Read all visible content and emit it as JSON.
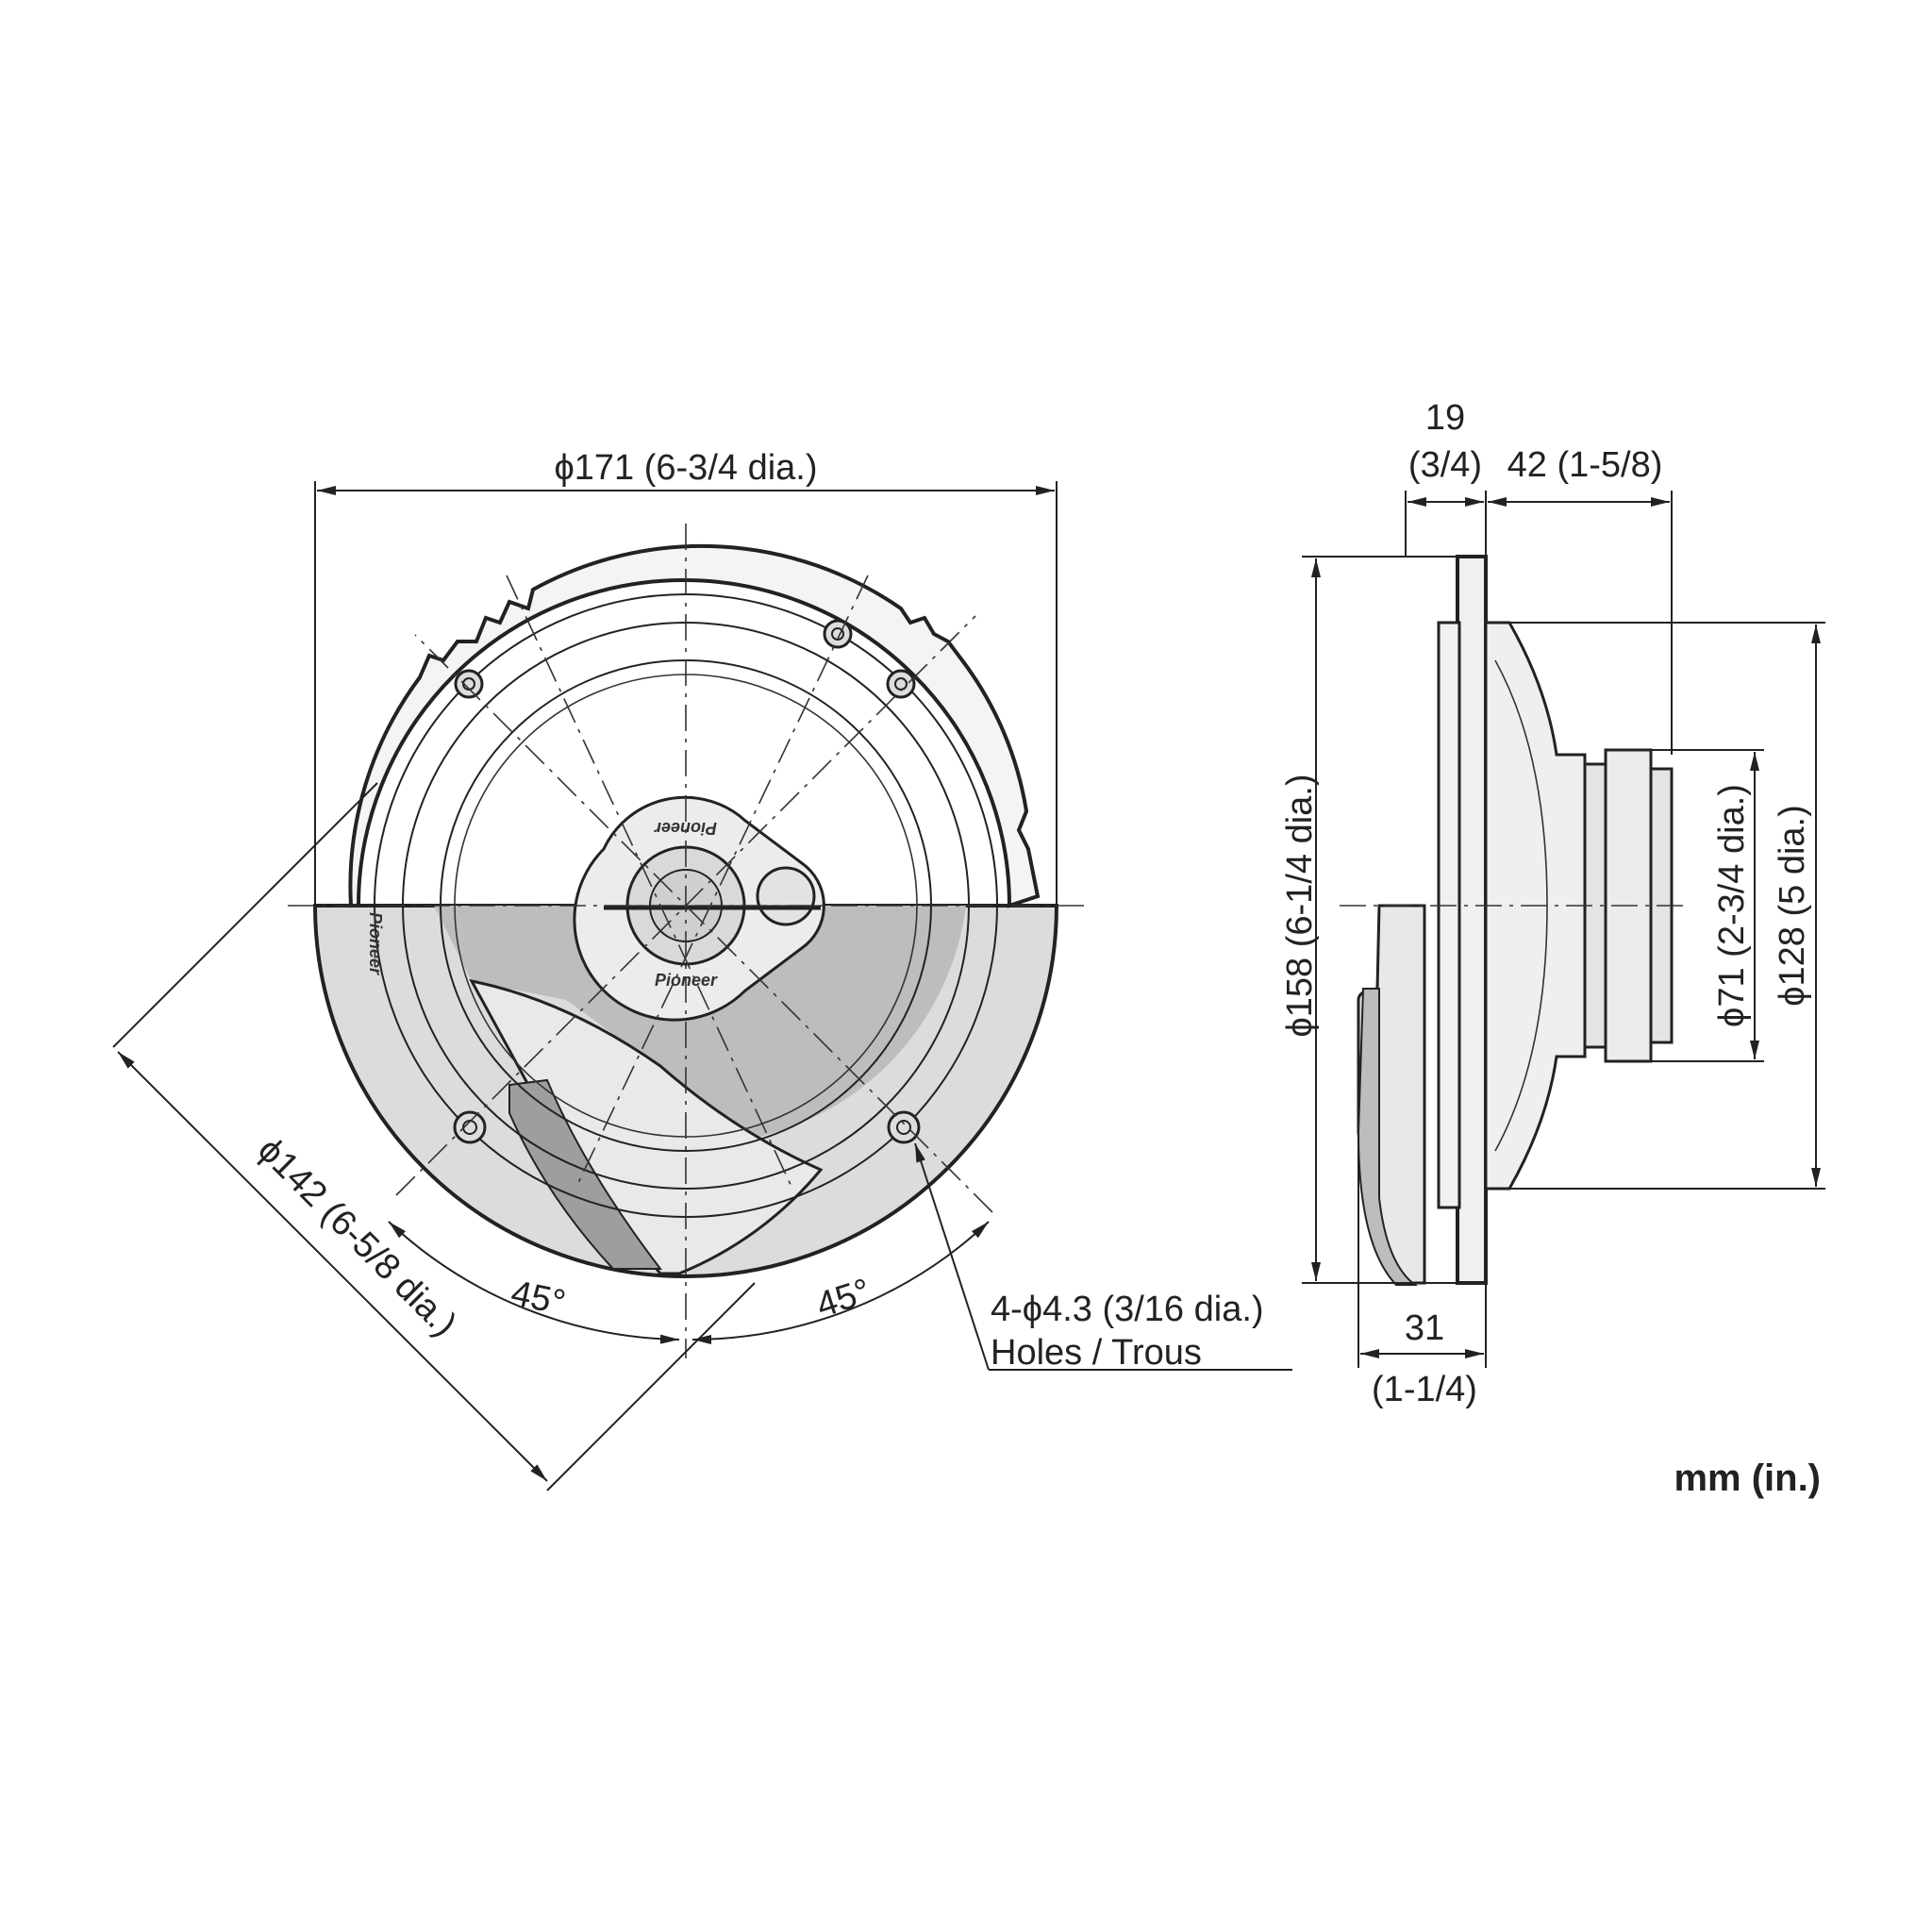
{
  "front_view": {
    "dim_outer": "ϕ171 (6-3/4 dia.)",
    "dim_cutout": "ϕ142 (6-5/8 dia.)",
    "angle_left": "45°",
    "angle_right": "45°",
    "holes_line1": "4-ϕ4.3 (3/16 dia.)",
    "holes_line2": "Holes / Trous",
    "logo_top": "Pioneer",
    "logo_bottom": "Pioneer",
    "logo_side": "Pioneer"
  },
  "side_view": {
    "dim_flange_mm": "19",
    "dim_flange_in": "(3/4)",
    "dim_depth": "42 (1-5/8)",
    "dim_frame": "ϕ158 (6-1/4 dia.)",
    "dim_magnet": "ϕ71 (2-3/4 dia.)",
    "dim_basket": "ϕ128 (5 dia.)",
    "dim_grille_mm": "31",
    "dim_grille_in": "(1-1/4)"
  },
  "units_label": "mm (in.)",
  "colors": {
    "line": "#222222",
    "shade_light": "#e6e6e6",
    "shade_mid": "#c8c8c8",
    "shade_dark": "#a8a8a8"
  }
}
